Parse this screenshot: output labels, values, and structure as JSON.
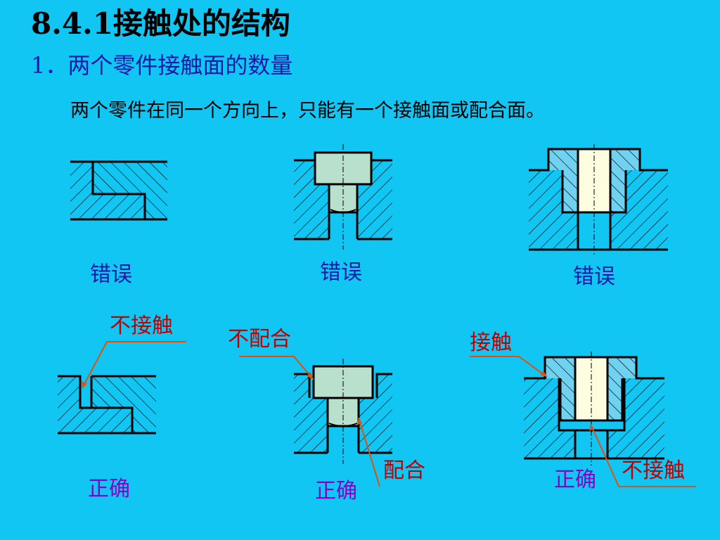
{
  "title": "8.4.1接触处的结构",
  "subtitle": "1．两个零件接触面的数量",
  "statement": "两个零件在同一个方向上，只能有一个接触面或配合面。",
  "verdicts": {
    "wrong_1": "错误",
    "wrong_2": "错误",
    "wrong_3": "错误",
    "right_1": "正确",
    "right_2": "正确",
    "right_3": "正确"
  },
  "callouts": {
    "no_contact_1": "不接触",
    "no_fit": "不配合",
    "fit": "配合",
    "contact": "接触",
    "no_contact_2": "不接触"
  },
  "colors": {
    "background": "#11c6f2",
    "title": "#000000",
    "subtitle": "#1a1aa8",
    "wrong_label": "#1a1aa8",
    "right_label": "#8a00c8",
    "callout": "#c00000",
    "leader_line": "#e05010",
    "part_fill": "#b8e0cc",
    "bushing_fill": "#6fd2f0",
    "pin_fill": "#fffde0"
  }
}
